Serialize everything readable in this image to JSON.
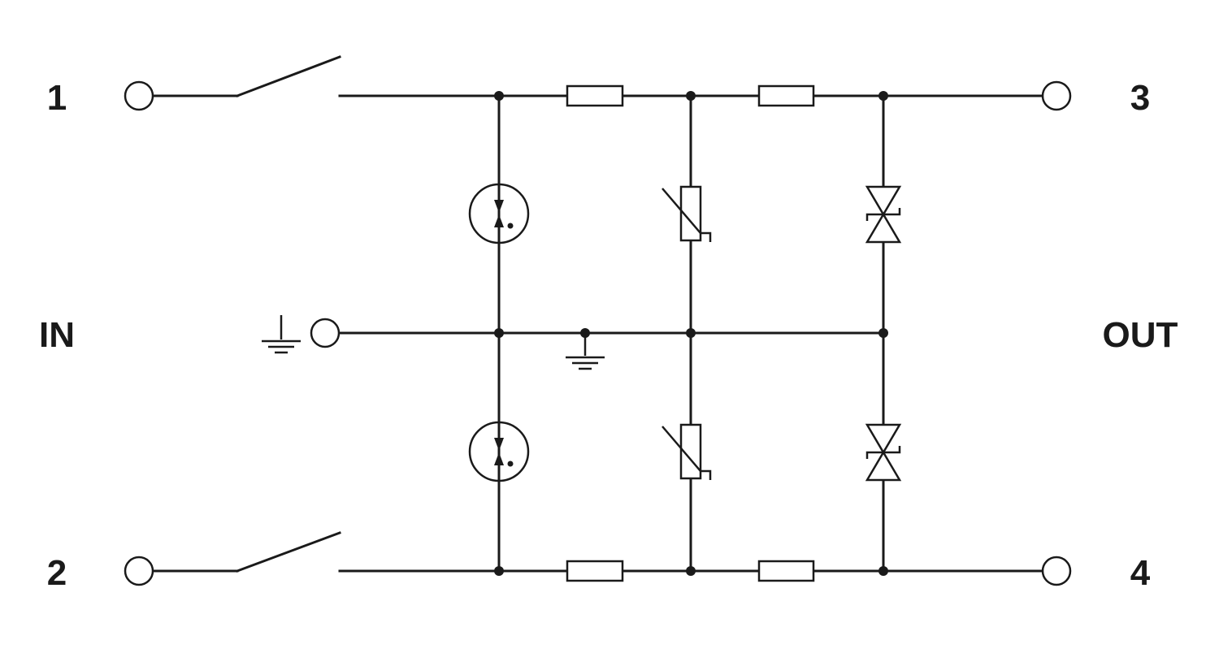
{
  "labels": {
    "terminal_1": "1",
    "terminal_2": "2",
    "terminal_3": "3",
    "terminal_4": "4",
    "input": "IN",
    "output": "OUT"
  },
  "colors": {
    "line": "#1a1a1a",
    "background": "#ffffff"
  }
}
